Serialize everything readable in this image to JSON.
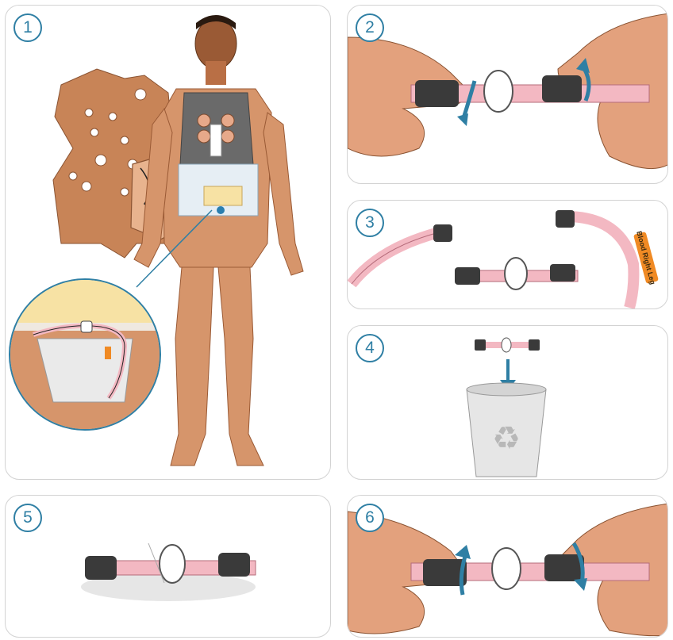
{
  "steps": [
    "1",
    "2",
    "3",
    "4",
    "5",
    "6"
  ],
  "tube_label": "Blood Right Leg",
  "colors": {
    "badge": "#2f7fa4",
    "panel_border": "#d3d3d3",
    "skin": "#d6956b",
    "skin_dark": "#b7744d",
    "tube": "#f3b8c2",
    "connector": "#3a3a3a",
    "label_tag": "#f08a24",
    "arrow": "#2f7fa4"
  },
  "icons": [
    "recycle-icon",
    "rotate-arrow-icon",
    "down-arrow-icon",
    "trash-bin-icon"
  ]
}
